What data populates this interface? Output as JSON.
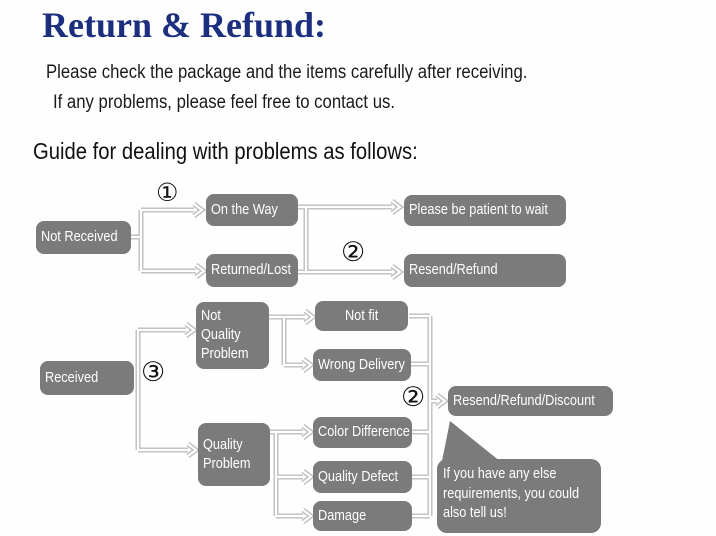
{
  "header": {
    "title": "Return & Refund:",
    "line1": "Please check the package and the items carefully after receiving.",
    "line2": "If any problems, please feel free to contact us.",
    "guide": "Guide for dealing with problems as follows:"
  },
  "colors": {
    "title_navy": "#1c2e7e",
    "node_gray": "#7b7b7b",
    "node_text": "#ffffff",
    "connector_gray": "#bdbdbd"
  },
  "flowchart": {
    "nodes": {
      "not_received": "Not Received",
      "on_the_way": "On the Way",
      "returned_lost": "Returned/Lost",
      "please_be_patient": "Please be patient to wait",
      "resend_refund": "Resend/Refund",
      "received": "Received",
      "not_quality_problem": "Not Quality Problem",
      "not_fit": "Not fit",
      "wrong_delivery": "Wrong Delivery",
      "quality_problem": "Quality Problem",
      "color_difference": "Color Difference",
      "quality_defect": "Quality Defect",
      "damage": "Damage",
      "resend_refund_discount": "Resend/Refund/Discount"
    },
    "markers": {
      "m1": "①",
      "m2": "②",
      "m3": "③",
      "m2b": "②"
    },
    "bubble": "If you have any else requirements, you could also tell us!"
  }
}
